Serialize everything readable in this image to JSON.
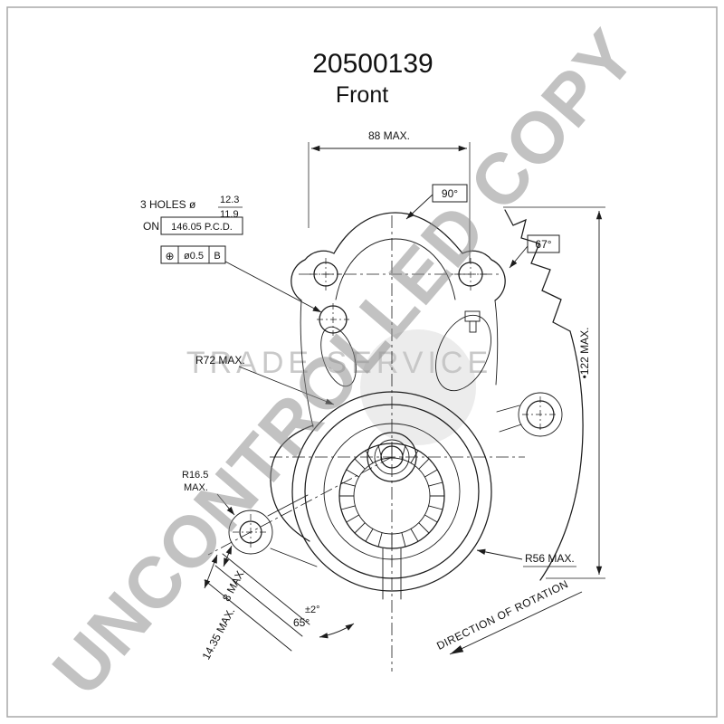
{
  "header": {
    "part_number": "20500139",
    "view": "Front"
  },
  "watermarks": {
    "diagonal": "UNCONTROLLED COPY",
    "center": "TRADE SERVICE"
  },
  "dimensions": {
    "width_top": "88 MAX.",
    "angle_top": "90°",
    "angle_right": "67°",
    "holes_note": "3 HOLES ø",
    "holes_dia_max": "12.3",
    "holes_dia_min": "11.9",
    "pcd_prefix": "ON",
    "pcd": "146.05 P.C.D.",
    "fcf_symbol": "⊕",
    "fcf_tol": "ø0.5",
    "fcf_datum": "B",
    "radius_body": "R72 MAX.",
    "radius_boss_line1": "R16.5",
    "radius_boss_line2": "MAX.",
    "height_right": "•122 MAX.",
    "radius_lower": "R56 MAX.",
    "offset_small": "8 MAX.",
    "offset_large": "14.35 MAX.",
    "angle_lower": "65°",
    "angle_lower_tol": "±2°",
    "rotation_note": "DIRECTION OF ROTATION"
  },
  "colors": {
    "line": "#1c1c1c",
    "watermark_gray": "#8c8c8c",
    "watermark_light": "#c4c4c4",
    "background": "#ffffff"
  }
}
